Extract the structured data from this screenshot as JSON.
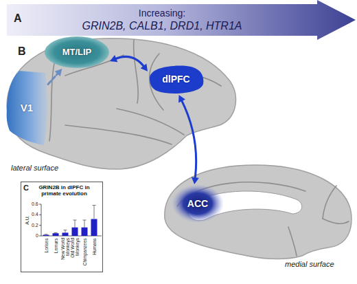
{
  "diagram": {
    "nodes": [
      {
        "text": [
          "Increasing:",
          "GRIN2B, CALB1, DRD1, HTR1A"
        ]
      },
      {
        "text": [
          "lateral surface"
        ]
      },
      {
        "text": [
          "V1"
        ],
        "in": 1
      },
      {
        "text": [
          "MT/LIP"
        ],
        "in": 1
      },
      {
        "text": [
          "dlPFC"
        ],
        "in": 1
      },
      {
        "text": [
          "medial surface"
        ]
      },
      {
        "text": [
          "ACC"
        ],
        "in": 5
      },
      {
        "text": [
          "GRIN2B in dlPFC in primate evolution"
        ]
      }
    ],
    "edges": [
      {
        "from": 2,
        "to": 3,
        "arrow": "to"
      },
      {
        "from": 3,
        "to": 4,
        "arrow": "both"
      },
      {
        "from": 4,
        "to": 6,
        "arrow": "both"
      }
    ],
    "labels": [
      "A",
      "B",
      "C",
      "A.U.",
      "0.6",
      "0.4",
      "0.2",
      "0",
      "Lorises",
      "Lemurs",
      "New World Monkeys",
      "Old World Monkeys",
      "Chimpanzees",
      "Humans"
    ]
  }
}
